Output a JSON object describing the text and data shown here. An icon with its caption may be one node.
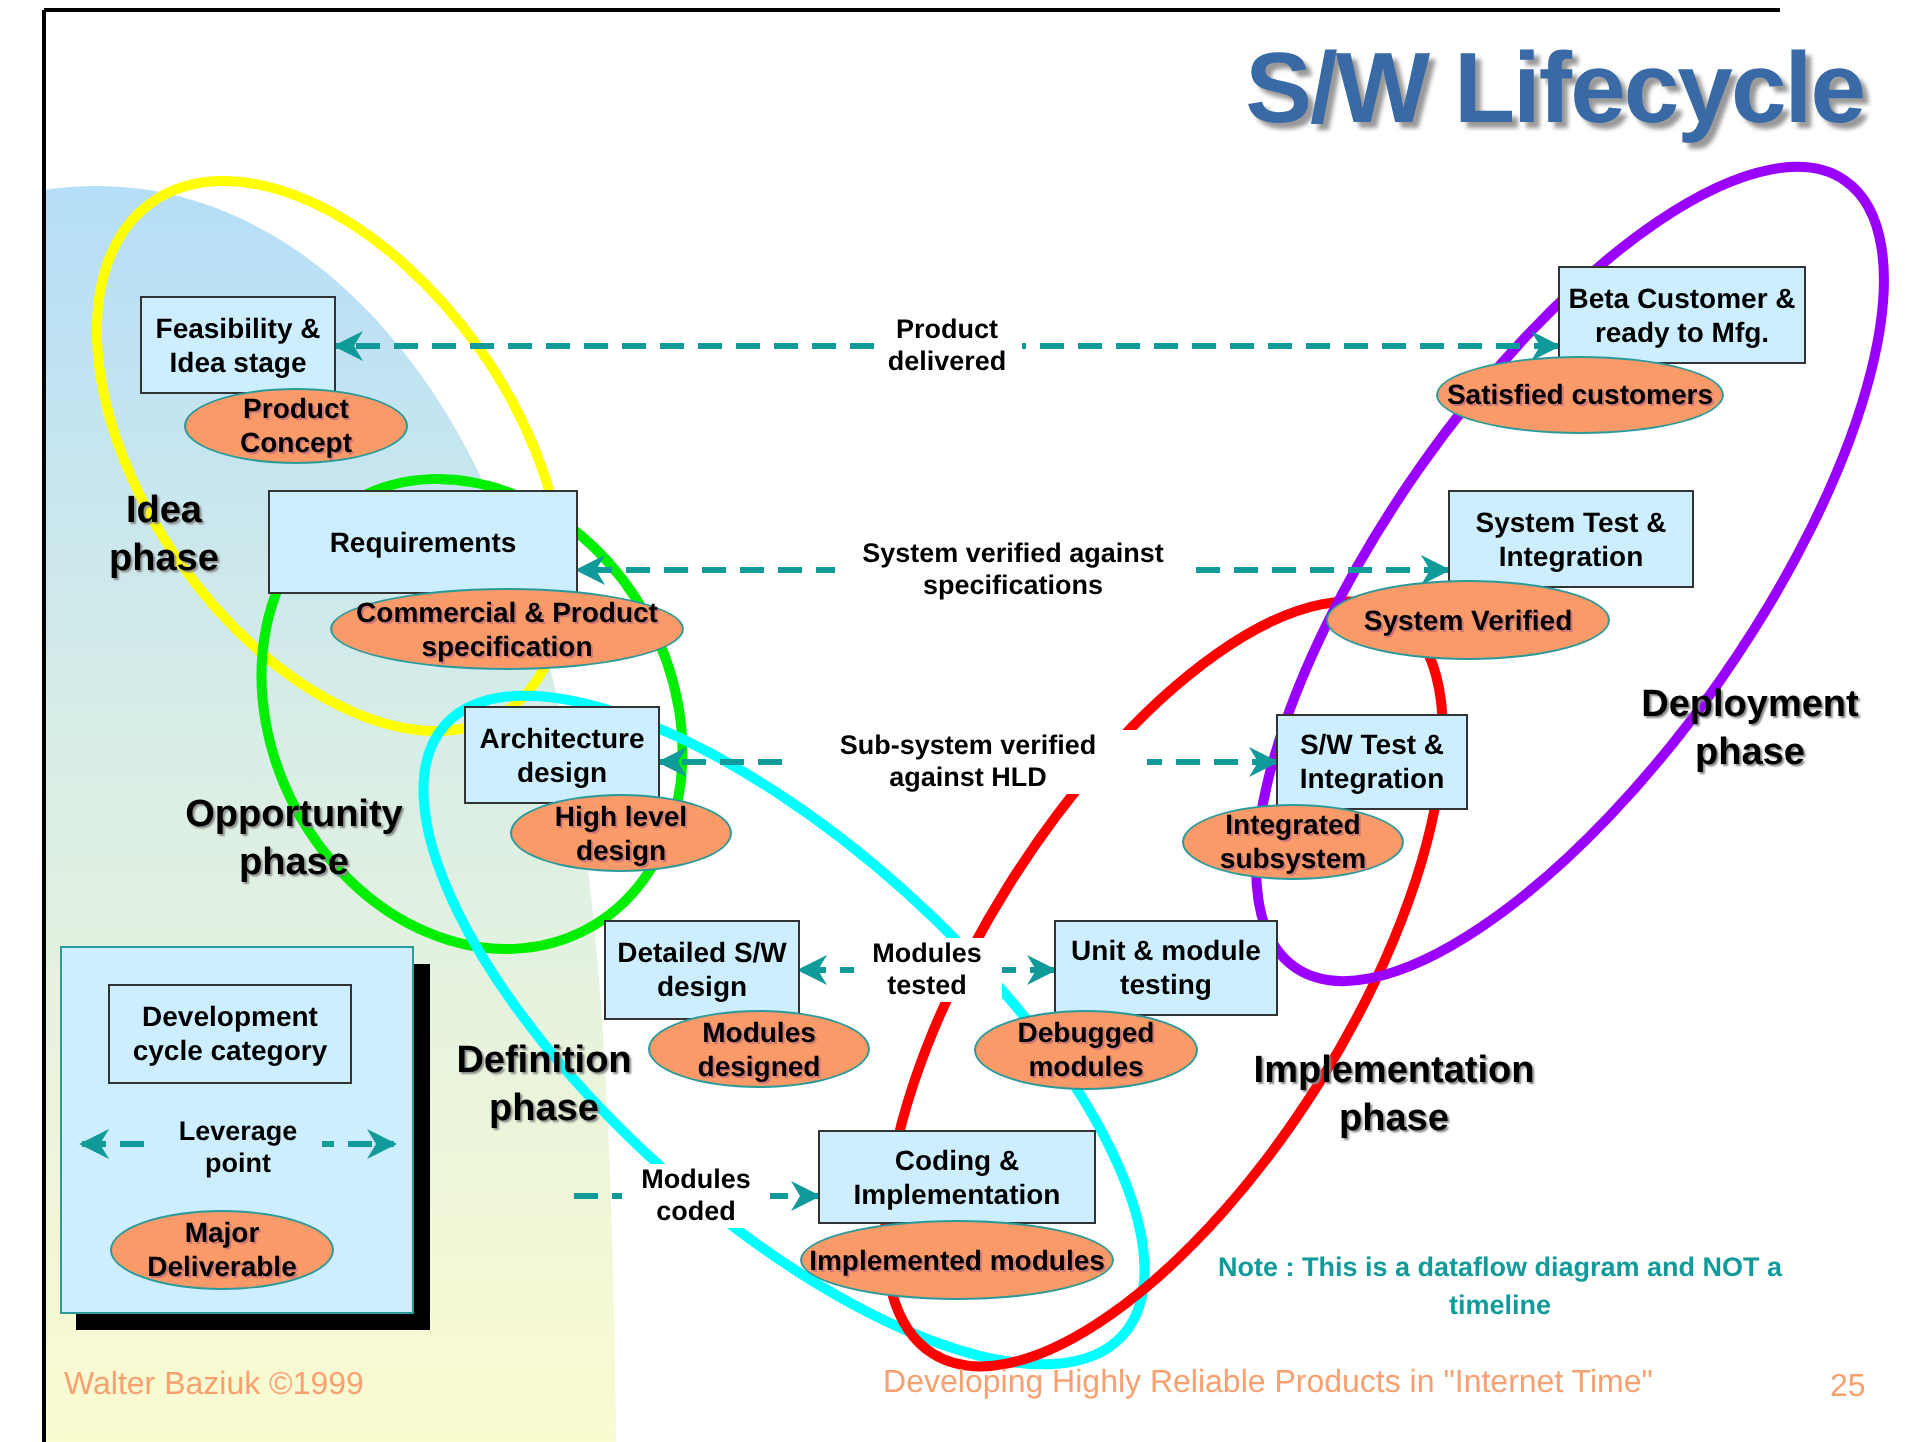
{
  "diagram": {
    "title": "S/W Lifecycle",
    "nodes": [
      {
        "text": [
          "Feasibility & Idea stage"
        ]
      },
      {
        "text": [
          "Product Concept"
        ]
      },
      {
        "text": [
          "Requirements"
        ]
      },
      {
        "text": [
          "Commercial & Product specification"
        ]
      },
      {
        "text": [
          "Architecture design"
        ]
      },
      {
        "text": [
          "High level design"
        ]
      },
      {
        "text": [
          "Detailed S/W design"
        ]
      },
      {
        "text": [
          "Modules designed"
        ]
      },
      {
        "text": [
          "Coding & Implementation"
        ]
      },
      {
        "text": [
          "Implemented modules"
        ]
      },
      {
        "text": [
          "Unit & module testing"
        ]
      },
      {
        "text": [
          "Debugged modules"
        ]
      },
      {
        "text": [
          "S/W Test & Integration"
        ]
      },
      {
        "text": [
          "Integrated subsystem"
        ]
      },
      {
        "text": [
          "System Test & Integration"
        ]
      },
      {
        "text": [
          "System Verified"
        ]
      },
      {
        "text": [
          "Beta Customer & ready to Mfg."
        ]
      },
      {
        "text": [
          "Satisfied customers"
        ]
      }
    ],
    "edges": [
      {
        "from": 16,
        "to": 0,
        "arrow": "both",
        "label": "Product delivered",
        "style": "dashed"
      },
      {
        "from": 14,
        "to": 2,
        "arrow": "both",
        "label": "System verified against specifications",
        "style": "dashed"
      },
      {
        "from": 12,
        "to": 4,
        "arrow": "both",
        "label": "Sub-system verified against HLD",
        "style": "dashed"
      },
      {
        "from": 10,
        "to": 6,
        "arrow": "both",
        "label": "Modules tested",
        "style": "dashed"
      },
      {
        "from": null,
        "to": 8,
        "arrow": "to",
        "label": "Modules coded",
        "style": "dashed"
      }
    ],
    "labels": [
      "Idea phase",
      "Opportunity phase",
      "Definition phase",
      "Implementation phase",
      "Deployment phase",
      "Note : This is a dataflow diagram and NOT a timeline",
      "Walter Baziuk ©1999",
      "Developing Highly Reliable Products in \"Internet Time\"",
      "25"
    ],
    "legend": [
      {
        "text": "Development cycle category"
      },
      {
        "text": "Leverage point"
      },
      {
        "text": "Major Deliverable"
      }
    ]
  }
}
